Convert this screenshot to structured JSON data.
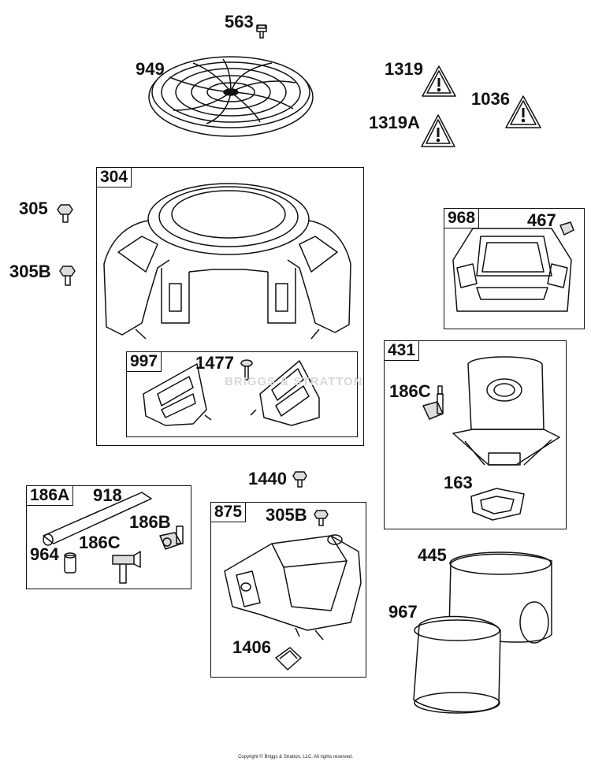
{
  "parts": {
    "p563": "563",
    "p949": "949",
    "p1319": "1319",
    "p1319a": "1319A",
    "p1036": "1036",
    "p305": "305",
    "p305b": "305B",
    "p968": "968",
    "p467": "467",
    "p1477": "1477",
    "p186c_main": "186C",
    "p163": "163",
    "p1440": "1440",
    "p918": "918",
    "p186b": "186B",
    "p186c": "186C",
    "p964": "964",
    "p305b_2": "305B",
    "p1406": "1406",
    "p445": "445",
    "p967": "967"
  },
  "boxes": {
    "b304": "304",
    "b997": "997",
    "b968": "968",
    "b431": "431",
    "b186a": "186A",
    "b875": "875"
  },
  "watermark": "BRIGGS & STRATTON",
  "copyright": "Copyright © Briggs & Stratton, LLC. All rights reserved."
}
